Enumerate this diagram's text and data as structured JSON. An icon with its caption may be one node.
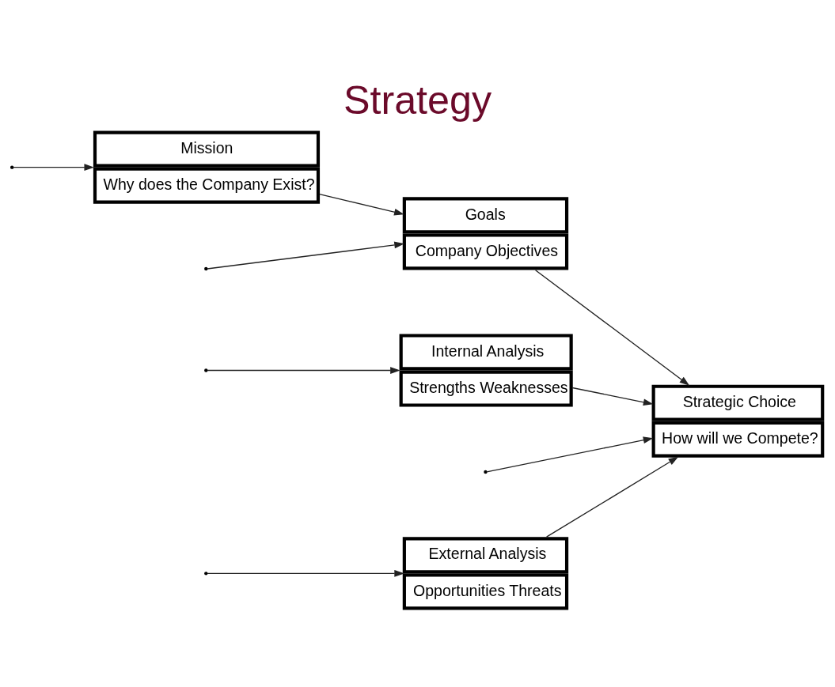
{
  "diagram": {
    "title": "Strategy",
    "nodes": [
      {
        "text": [
          "External Analysis",
          "Opportunities Threats"
        ]
      },
      {
        "text": [
          "Mission",
          "Why does the Company Exist?"
        ]
      },
      {
        "text": [
          "Goals",
          "Company Objectives"
        ]
      },
      {
        "text": [
          "Strategic Choice",
          "How will we Compete?"
        ]
      },
      {
        "text": [
          "Internal Analysis",
          "Strengths Weaknesses"
        ]
      }
    ],
    "edges": [
      {
        "from": null,
        "to": 0,
        "arrow": "to"
      },
      {
        "from": 1,
        "to": 2,
        "arrow": "to"
      },
      {
        "from": 2,
        "to": 3,
        "arrow": "to"
      },
      {
        "from": 0,
        "to": 3,
        "arrow": "to"
      },
      {
        "from": 4,
        "to": 3,
        "arrow": "to"
      },
      {
        "from": null,
        "to": 1,
        "arrow": "to"
      },
      {
        "from": null,
        "to": 2,
        "arrow": "to"
      },
      {
        "from": null,
        "to": 4,
        "arrow": "to"
      },
      {
        "from": null,
        "to": 3,
        "arrow": "to"
      }
    ]
  }
}
